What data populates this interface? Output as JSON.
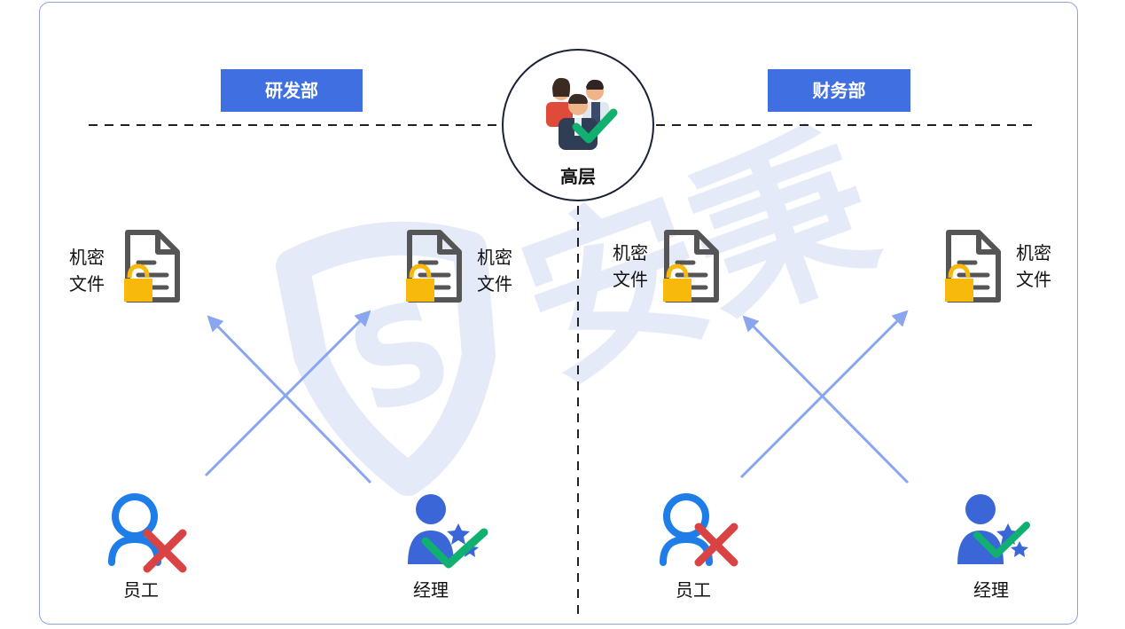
{
  "departments": {
    "left": "研发部",
    "right": "财务部"
  },
  "executive": {
    "label": "高层",
    "access": "allowed"
  },
  "doc_label_line1": "机密",
  "doc_label_line2": "文件",
  "roles": {
    "employee": "员工",
    "manager": "经理"
  },
  "watermark": {
    "text": "安秉"
  },
  "colors": {
    "dept_bg": "#3f6fe0",
    "arrow": "#8aa6ee",
    "allow": "#10b070",
    "deny": "#d94343",
    "lock": "#f6b90c",
    "doc": "#555555",
    "user_blue": "#1f7de8",
    "manager_blue": "#3a66d8"
  }
}
